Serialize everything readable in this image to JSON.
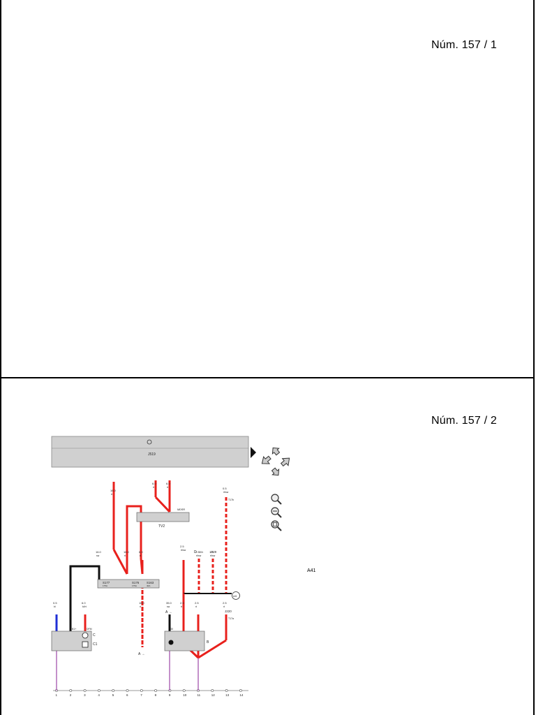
{
  "pages": [
    {
      "number_label": "Núm.  157 / 1"
    },
    {
      "number_label": "Núm.  157 / 2"
    }
  ],
  "diagram": {
    "header_component": "J519",
    "relay_label": "TV2",
    "relay_pin": "MDSR",
    "fuses": [
      {
        "id": "S177",
        "amp": "175A"
      },
      {
        "id": "S176",
        "amp": "175A"
      },
      {
        "id": "S163",
        "amp": "40A"
      }
    ],
    "wires": [
      {
        "gauge": "16.0",
        "color": "rt"
      },
      {
        "gauge": "6.0",
        "color": "rt"
      },
      {
        "gauge": "6.0",
        "color": "rt"
      },
      {
        "gauge": "0.5",
        "color": "rt/sw"
      },
      {
        "gauge": "16.0",
        "color": "sw"
      },
      {
        "gauge": "16.0",
        "color": "rt"
      },
      {
        "gauge": "6.0",
        "color": "rt"
      },
      {
        "gauge": "2.5",
        "color": "rt/sw"
      },
      {
        "gauge": "2.5",
        "color": "rt/sw"
      },
      {
        "gauge": "1.5",
        "color": "rt/sw"
      },
      {
        "gauge": "0.5",
        "color": "bl"
      },
      {
        "gauge": "6.0",
        "color": "bl/rt"
      },
      {
        "gauge": "16.0",
        "color": "rt"
      },
      {
        "gauge": "35.0",
        "color": "sw"
      },
      {
        "gauge": "2.5",
        "color": "rt"
      },
      {
        "gauge": "2.5",
        "color": "rt"
      },
      {
        "gauge": "2.5",
        "color": "rt"
      }
    ],
    "labels": {
      "D": "D",
      "d30": "30/r",
      "J329": "J329",
      "A_arrow1": "A →",
      "A_arrow2": "A →",
      "J220": "J220",
      "A41": "A41",
      "C": "C",
      "C1": "C1",
      "B": "B",
      "T17a": "T17a",
      "T17b": "T17b",
      "pin_b1": "B1+",
      "pin_b2": "DFM",
      "pin_30": "30"
    },
    "grid_numbers": [
      "1",
      "2",
      "3",
      "4",
      "5",
      "6",
      "7",
      "8",
      "9",
      "10",
      "11",
      "12",
      "13",
      "14"
    ]
  },
  "navigation": {
    "icons": [
      "arrow-up-icon",
      "arrow-left-icon",
      "arrow-right-icon",
      "arrow-down-icon",
      "zoom-in-icon",
      "zoom-out-icon",
      "zoom-fit-icon"
    ]
  },
  "colors": {
    "red": "#e8201c",
    "black": "#111111",
    "blue": "#1f2fd6",
    "purple": "#b06ab8",
    "box": "#d0d0d0"
  }
}
